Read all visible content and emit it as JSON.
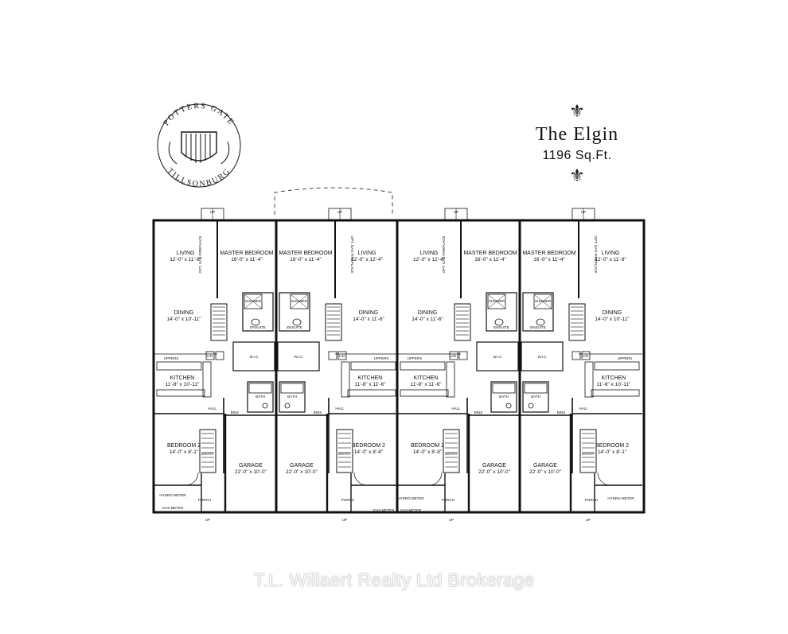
{
  "logo": {
    "arc_top": "POTTERS GATE",
    "arc_bottom": "TILLSONBURG"
  },
  "title": "The Elgin",
  "size": "1196 Sq.Ft.",
  "watermark": "T.L. Willaert Realty Ltd Brokerage",
  "units": [
    {
      "living": {
        "name": "LIVING",
        "dim": "12'-0\" x 11'-9\""
      },
      "master": {
        "name": "MASTER BEDROOM",
        "dim": "16'-0\" x 11'-4\""
      },
      "dining": {
        "name": "DINING",
        "dim": "14'-0\" x 10'-11\""
      },
      "kitchen": {
        "name": "KITCHEN",
        "dim": "11'-8\" x 10'-11\""
      },
      "bedroom2": {
        "name": "BEDROOM 2",
        "dim": "14'-0\" x 8'-1\""
      },
      "garage": {
        "name": "GARAGE",
        "dim": "22'-0\" x 10'-0\""
      }
    },
    {
      "living": {
        "name": "LIVING",
        "dim": "12'-0\" x 12'-4\""
      },
      "master": {
        "name": "MASTER BEDROOM",
        "dim": "16'-0\" x 11'-4\""
      },
      "dining": {
        "name": "DINING",
        "dim": "14'-0\" x 11'-6\""
      },
      "kitchen": {
        "name": "KITCHEN",
        "dim": "11'-8\" x 11'-6\""
      },
      "bedroom2": {
        "name": "BEDROOM 2",
        "dim": "14'-0\" x 8'-8\""
      },
      "garage": {
        "name": "GARAGE",
        "dim": "22'-0\" x 10'-0\""
      }
    },
    {
      "living": {
        "name": "LIVING",
        "dim": "12'-0\" x 12'-4\""
      },
      "master": {
        "name": "MASTER BEDROOM",
        "dim": "16'-0\" x 11'-4\""
      },
      "dining": {
        "name": "DINING",
        "dim": "14'-0\" x 11'-6\""
      },
      "kitchen": {
        "name": "KITCHEN",
        "dim": "11'-8\" x 11'-6\""
      },
      "bedroom2": {
        "name": "BEDROOM 2",
        "dim": "14'-0\" x 8'-8\""
      },
      "garage": {
        "name": "GARAGE",
        "dim": "22'-0\" x 10'-0\""
      }
    },
    {
      "living": {
        "name": "LIVING",
        "dim": "12'-0\" x 11'-9\""
      },
      "master": {
        "name": "MASTER BEDROOM",
        "dim": "16'-0\" x 11'-4\""
      },
      "dining": {
        "name": "DINING",
        "dim": "14'-0\" x 10'-11\""
      },
      "kitchen": {
        "name": "KITCHEN",
        "dim": "11'-8\" x 10'-11\""
      },
      "bedroom2": {
        "name": "BEDROOM 2",
        "dim": "14'-0\" x 8'-1\""
      },
      "garage": {
        "name": "GARAGE",
        "dim": "22'-0\" x 10'-0\""
      }
    }
  ],
  "labels": {
    "ensuite": "ENSUITE",
    "wic": "W.I.C",
    "bath": "BATH",
    "hall": "HALL",
    "entry": "ENTRY",
    "porch": "PORCH",
    "bins": "BINS",
    "shower": "SHOWER",
    "linen": "LIN.",
    "up": "UP",
    "fireplace": "OPT. GAS FIREPLACE",
    "hydro": "HYDRO METER",
    "gas": "GAS METER",
    "uppers": "UPPERS",
    "ref": "REF."
  }
}
